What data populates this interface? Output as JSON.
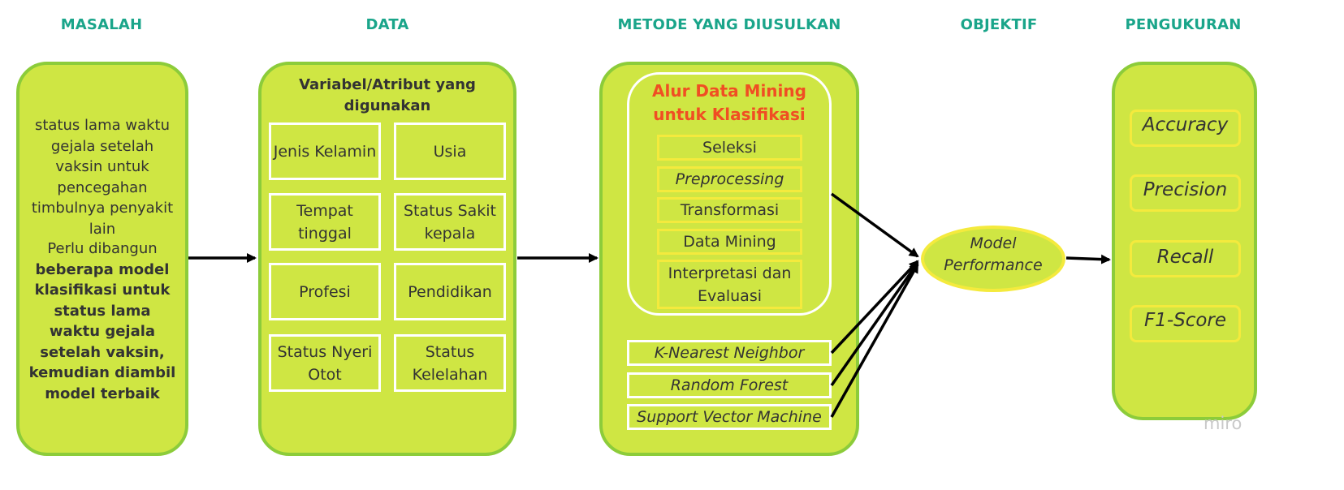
{
  "headers": {
    "masalah": "MASALAH",
    "data": "DATA",
    "metode": "METODE YANG DIUSULKAN",
    "objektif": "OBJEKTIF",
    "pengukuran": "PENGUKURAN"
  },
  "masalah": {
    "para1": "status lama waktu gejala setelah vaksin untuk pencegahan timbulnya penyakit lain",
    "para2_intro": "Perlu dibangun",
    "para2_bold": "beberapa model klasifikasi untuk status lama waktu gejala setelah vaksin, kemudian diambil model terbaik"
  },
  "data": {
    "title": "Variabel/Atribut yang digunakan",
    "attributes": [
      "Jenis Kelamin",
      "Usia",
      "Tempat tinggal",
      "Status Sakit kepala",
      "Profesi",
      "Pendidikan",
      "Status Nyeri Otot",
      "Status Kelelahan"
    ]
  },
  "metode": {
    "flow_title": "Alur Data Mining untuk Klasifikasi",
    "steps": [
      "Seleksi",
      "Preprocessing",
      "Transformasi",
      "Data Mining",
      "Interpretasi dan Evaluasi"
    ],
    "models": [
      "K-Nearest Neighbor",
      "Random Forest",
      "Support Vector Machine"
    ]
  },
  "objektif": {
    "label": "Model Performance"
  },
  "pengukuran": {
    "metrics": [
      "Accuracy",
      "Precision",
      "Recall",
      "F1-Score"
    ]
  },
  "watermark": "miro",
  "colors": {
    "header": "#1aa58a",
    "panel": "#cfe643",
    "panel_border": "#8ccc3a",
    "flow_title": "#f04e23",
    "box_yellow": "#f4ea3d"
  }
}
